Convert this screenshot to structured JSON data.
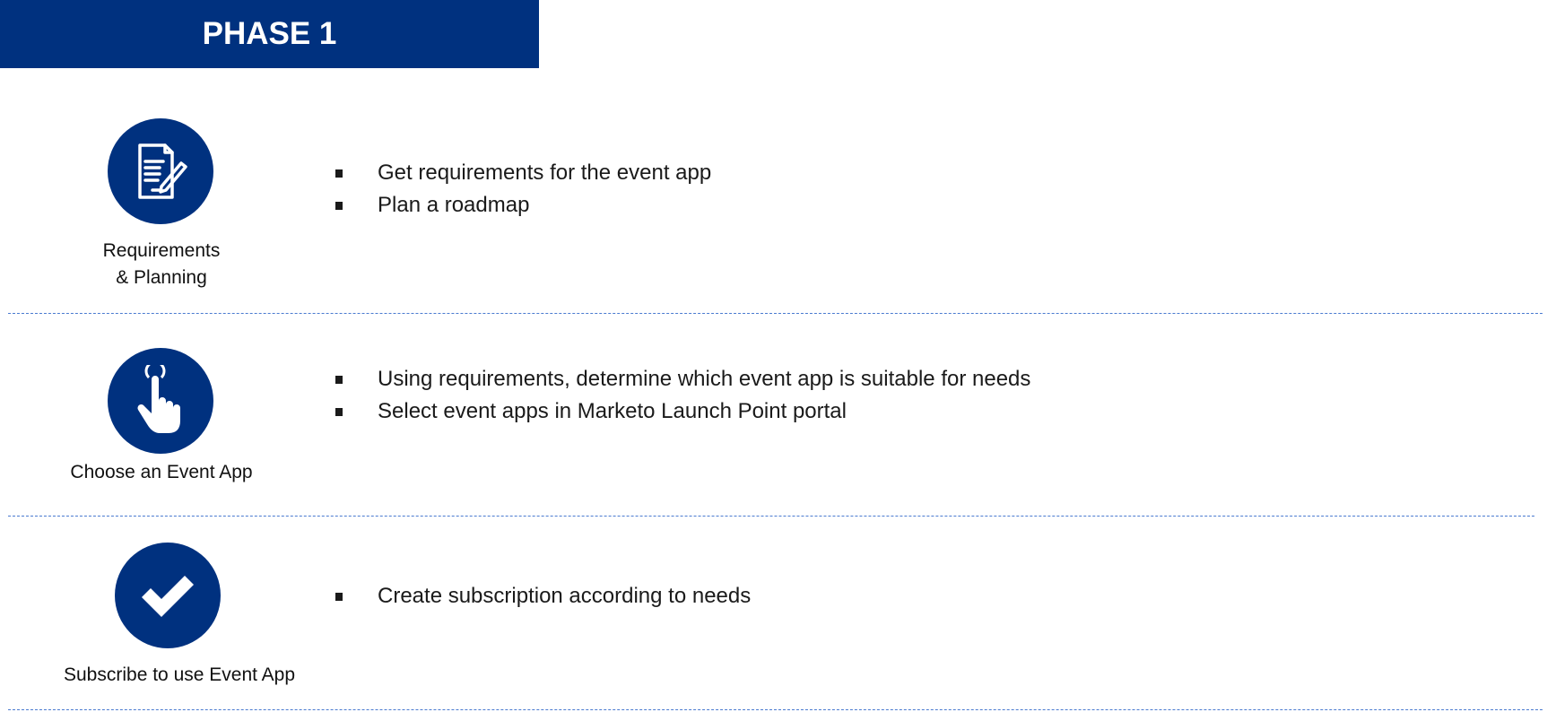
{
  "header": {
    "title": "PHASE 1"
  },
  "colors": {
    "brand": "#00317f",
    "divider": "#4a7bd0"
  },
  "steps": [
    {
      "icon": "document-edit-icon",
      "label_lines": [
        "Requirements",
        "& Planning"
      ],
      "bullets": [
        "Get requirements for the event app",
        "Plan a roadmap"
      ]
    },
    {
      "icon": "hand-pointer-icon",
      "label_lines": [
        "Choose an Event App"
      ],
      "bullets": [
        "Using requirements, determine which event app is suitable for needs",
        "Select event apps in Marketo Launch Point portal"
      ]
    },
    {
      "icon": "checkmark-icon",
      "label_lines": [
        "Subscribe to use Event App"
      ],
      "bullets": [
        "Create subscription according to needs"
      ]
    }
  ]
}
